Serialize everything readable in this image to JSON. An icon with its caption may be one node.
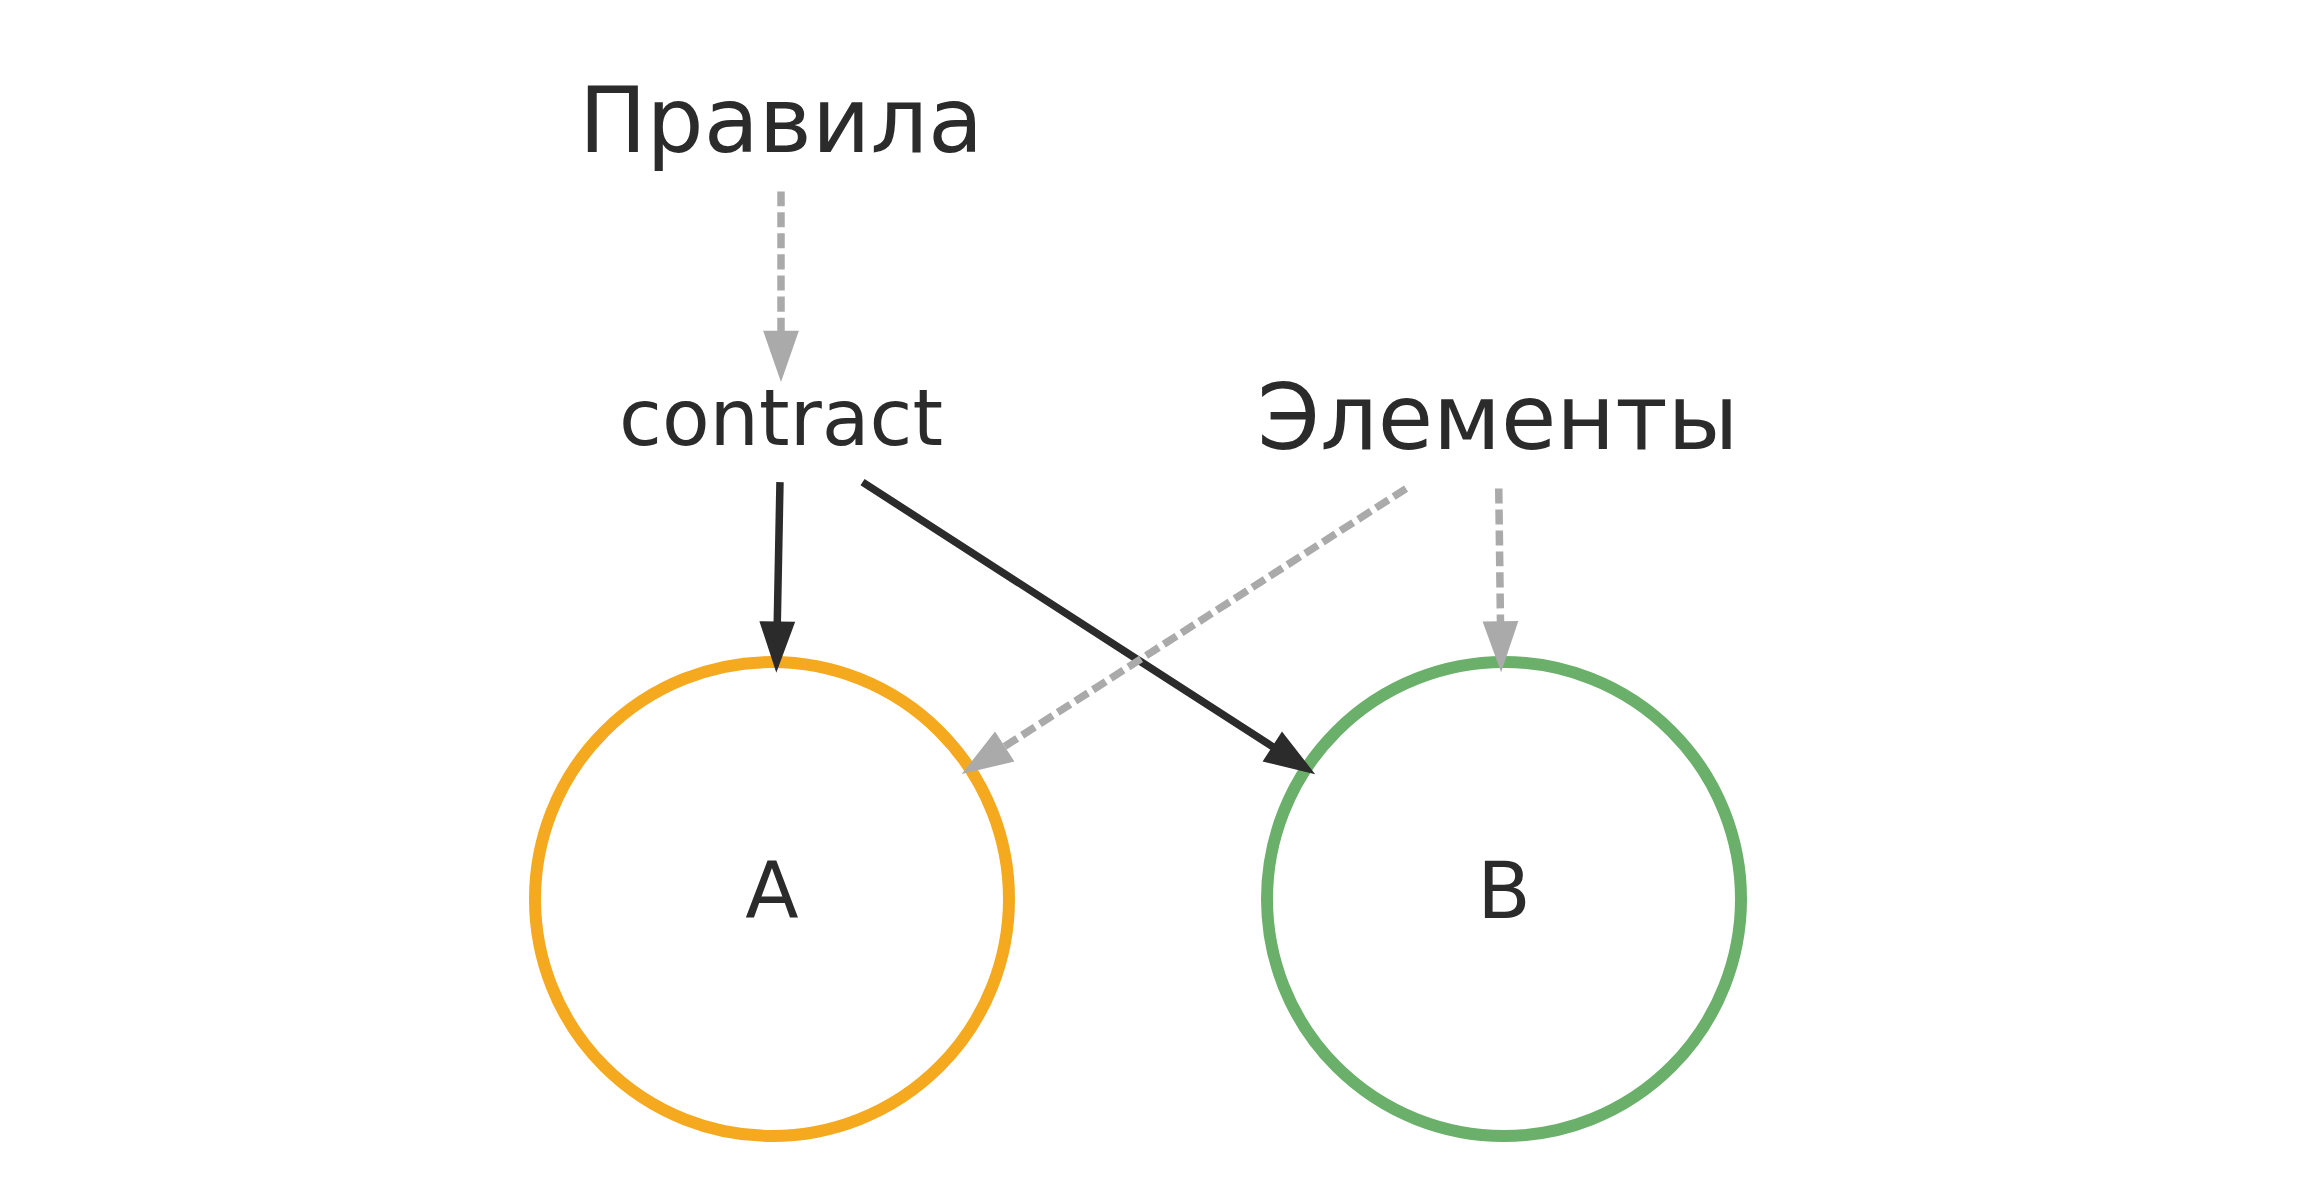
{
  "diagram": {
    "nodes": [
      {
        "text": [
          "Правила"
        ]
      },
      {
        "text": [
          "contract"
        ]
      },
      {
        "text": [
          "A"
        ]
      },
      {
        "text": [
          "B"
        ]
      },
      {
        "text": [
          "Элементы"
        ]
      }
    ],
    "edges": [
      {
        "from": 0,
        "to": 1,
        "arrow": "to",
        "style": "dashed"
      },
      {
        "from": 1,
        "to": 2,
        "arrow": "to",
        "color": "#2b2b2b"
      },
      {
        "from": 1,
        "to": 3,
        "arrow": "to",
        "color": "#2b2b2b"
      },
      {
        "from": 4,
        "to": 2,
        "arrow": "to",
        "style": "dashed"
      },
      {
        "from": 4,
        "to": 3,
        "arrow": "to",
        "style": "dashed"
      }
    ]
  }
}
